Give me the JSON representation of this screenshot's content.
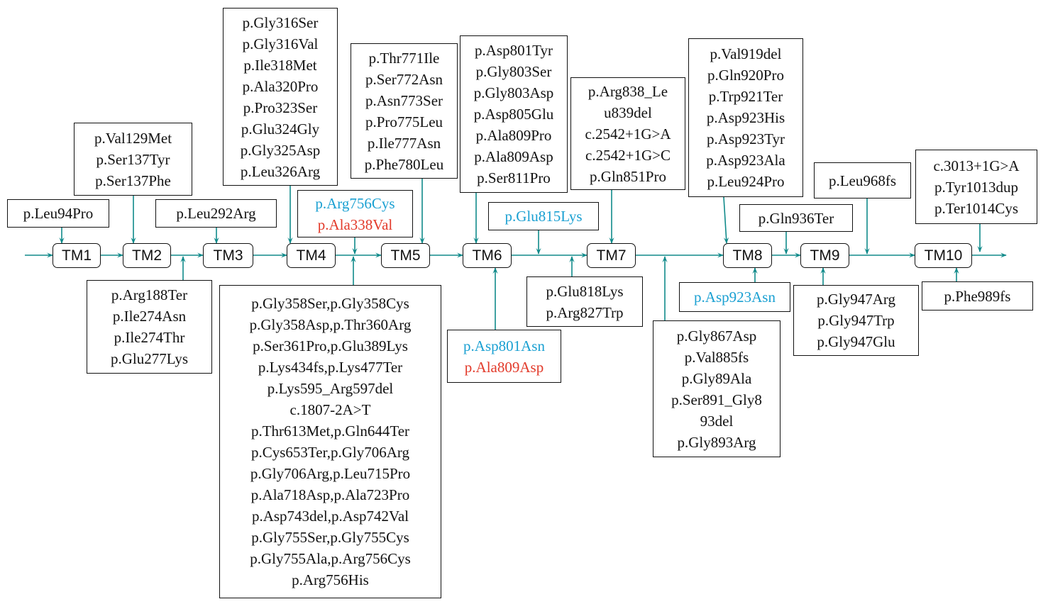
{
  "colors": {
    "arrow": "#108a8a",
    "border": "#111111",
    "blue": "#1aa0d2",
    "red": "#e23a2a",
    "black": "#111111"
  },
  "domains": [
    "TM1",
    "TM2",
    "TM3",
    "TM4",
    "TM5",
    "TM6",
    "TM7",
    "TM8",
    "TM9",
    "TM10"
  ],
  "mutation_boxes": [
    {
      "id": "tm1-top",
      "items": [
        {
          "text": "p.Leu94Pro",
          "color": "black"
        }
      ]
    },
    {
      "id": "tm2-top",
      "items": [
        {
          "text": "p.Val129Met",
          "color": "black"
        },
        {
          "text": "p.Ser137Tyr",
          "color": "black"
        },
        {
          "text": "p.Ser137Phe",
          "color": "black"
        }
      ]
    },
    {
      "id": "tm2-tm3-bottom",
      "items": [
        {
          "text": "p.Arg188Ter",
          "color": "black"
        },
        {
          "text": "p.Ile274Asn",
          "color": "black"
        },
        {
          "text": "p.Ile274Thr",
          "color": "black"
        },
        {
          "text": "p.Glu277Lys",
          "color": "black"
        }
      ]
    },
    {
      "id": "tm3-top",
      "items": [
        {
          "text": "p.Leu292Arg",
          "color": "black"
        }
      ]
    },
    {
      "id": "tm4-top",
      "items": [
        {
          "text": "p.Gly316Ser",
          "color": "black"
        },
        {
          "text": "p.Gly316Val",
          "color": "black"
        },
        {
          "text": "p.Ile318Met",
          "color": "black"
        },
        {
          "text": "p.Ala320Pro",
          "color": "black"
        },
        {
          "text": "p.Pro323Ser",
          "color": "black"
        },
        {
          "text": "p.Glu324Gly",
          "color": "black"
        },
        {
          "text": "p.Gly325Asp",
          "color": "black"
        },
        {
          "text": "p.Leu326Arg",
          "color": "black"
        }
      ]
    },
    {
      "id": "tm4-tm5-top",
      "items": [
        {
          "text": "p.Arg756Cys",
          "color": "blue"
        },
        {
          "text": "p.Ala338Val",
          "color": "red"
        }
      ]
    },
    {
      "id": "tm4-tm5-bottom",
      "items": [
        {
          "text": "p.Gly358Ser,p.Gly358Cys",
          "color": "black"
        },
        {
          "text": "p.Gly358Asp,p.Thr360Arg",
          "color": "black"
        },
        {
          "text": "p.Ser361Pro,p.Glu389Lys",
          "color": "black"
        },
        {
          "text": "p.Lys434fs,p.Lys477Ter",
          "color": "black"
        },
        {
          "text": "p.Lys595_Arg597del",
          "color": "black"
        },
        {
          "text": "c.1807-2A>T",
          "color": "black"
        },
        {
          "text": "p.Thr613Met,p.Gln644Ter",
          "color": "black"
        },
        {
          "text": "p.Cys653Ter,p.Gly706Arg",
          "color": "black"
        },
        {
          "text": "p.Gly706Arg,p.Leu715Pro",
          "color": "black"
        },
        {
          "text": "p.Ala718Asp,p.Ala723Pro",
          "color": "black"
        },
        {
          "text": "p.Asp743del,p.Asp742Val",
          "color": "black"
        },
        {
          "text": "p.Gly755Ser,p.Gly755Cys",
          "color": "black"
        },
        {
          "text": "p.Gly755Ala,p.Arg756Cys",
          "color": "black"
        },
        {
          "text": "p.Arg756His",
          "color": "black"
        }
      ]
    },
    {
      "id": "tm5-top",
      "items": [
        {
          "text": "p.Thr771Ile",
          "color": "black"
        },
        {
          "text": "p.Ser772Asn",
          "color": "black"
        },
        {
          "text": "p.Asn773Ser",
          "color": "black"
        },
        {
          "text": "p.Pro775Leu",
          "color": "black"
        },
        {
          "text": "p.Ile777Asn",
          "color": "black"
        },
        {
          "text": "p.Phe780Leu",
          "color": "black"
        }
      ]
    },
    {
      "id": "tm6-top",
      "items": [
        {
          "text": "p.Asp801Tyr",
          "color": "black"
        },
        {
          "text": "p.Gly803Ser",
          "color": "black"
        },
        {
          "text": "p.Gly803Asp",
          "color": "black"
        },
        {
          "text": "p.Asp805Glu",
          "color": "black"
        },
        {
          "text": "p.Ala809Pro",
          "color": "black"
        },
        {
          "text": "p.Ala809Asp",
          "color": "black"
        },
        {
          "text": "p.Ser811Pro",
          "color": "black"
        }
      ]
    },
    {
      "id": "tm6-bottom",
      "items": [
        {
          "text": "p.Asp801Asn",
          "color": "blue"
        },
        {
          "text": "p.Ala809Asp",
          "color": "red"
        }
      ]
    },
    {
      "id": "tm6-tm7-top",
      "items": [
        {
          "text": "p.Glu815Lys",
          "color": "blue"
        }
      ]
    },
    {
      "id": "tm6-tm7-bottom",
      "items": [
        {
          "text": "p.Glu818Lys",
          "color": "black"
        },
        {
          "text": "p.Arg827Trp",
          "color": "black"
        }
      ]
    },
    {
      "id": "tm7-top",
      "items": [
        {
          "text": "p.Arg838_Le",
          "color": "black"
        },
        {
          "text": "u839del",
          "color": "black"
        },
        {
          "text": "c.2542+1G>A",
          "color": "black"
        },
        {
          "text": "c.2542+1G>C",
          "color": "black"
        },
        {
          "text": "p.Gln851Pro",
          "color": "black"
        }
      ]
    },
    {
      "id": "tm7-tm8-bottom",
      "items": [
        {
          "text": "p.Gly867Asp",
          "color": "black"
        },
        {
          "text": "p.Val885fs",
          "color": "black"
        },
        {
          "text": "p.Gly89Ala",
          "color": "black"
        },
        {
          "text": "p.Ser891_Gly8",
          "color": "black"
        },
        {
          "text": "93del",
          "color": "black"
        },
        {
          "text": "p.Gly893Arg",
          "color": "black"
        }
      ]
    },
    {
      "id": "tm8-top",
      "items": [
        {
          "text": "p.Val919del",
          "color": "black"
        },
        {
          "text": "p.Gln920Pro",
          "color": "black"
        },
        {
          "text": "p.Trp921Ter",
          "color": "black"
        },
        {
          "text": "p.Asp923His",
          "color": "black"
        },
        {
          "text": "p.Asp923Tyr",
          "color": "black"
        },
        {
          "text": "p.Asp923Ala",
          "color": "black"
        },
        {
          "text": "p.Leu924Pro",
          "color": "black"
        }
      ]
    },
    {
      "id": "tm8-bottom",
      "items": [
        {
          "text": "p.Asp923Asn",
          "color": "blue"
        }
      ]
    },
    {
      "id": "tm8-tm9-top",
      "items": [
        {
          "text": "p.Gln936Ter",
          "color": "black"
        }
      ]
    },
    {
      "id": "tm9-bottom",
      "items": [
        {
          "text": "p.Gly947Arg",
          "color": "black"
        },
        {
          "text": "p.Gly947Trp",
          "color": "black"
        },
        {
          "text": "p.Gly947Glu",
          "color": "black"
        }
      ]
    },
    {
      "id": "tm9-tm10-top",
      "items": [
        {
          "text": "p.Leu968fs",
          "color": "black"
        }
      ]
    },
    {
      "id": "tm10-top",
      "items": [
        {
          "text": "c.3013+1G>A",
          "color": "black"
        },
        {
          "text": "p.Tyr1013dup",
          "color": "black"
        },
        {
          "text": "p.Ter1014Cys",
          "color": "black"
        }
      ]
    },
    {
      "id": "tm10-bottom",
      "items": [
        {
          "text": "p.Phe989fs",
          "color": "black"
        }
      ]
    }
  ]
}
